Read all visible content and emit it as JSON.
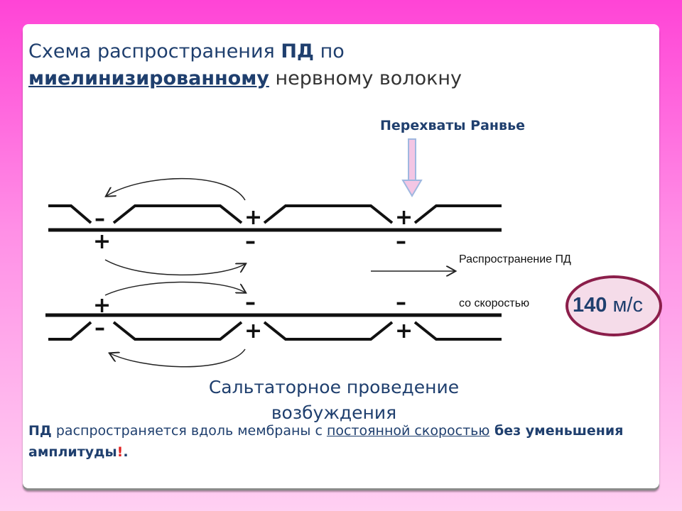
{
  "title": {
    "part1": "Схема распространения ",
    "pd": "ПД",
    "part2": " по ",
    "myelinated": "миелинизированному",
    "part3": " нервному волокну"
  },
  "ranvier_label": "Перехваты Ранвье",
  "signs": {
    "plus": "+",
    "minus": "–"
  },
  "propagation_label": "Распространение ПД",
  "speed_label": "со скоростью",
  "speed": {
    "number": "140",
    "unit": " м/с"
  },
  "caption": "Сальтаторное проведение возбуждения",
  "footnote": {
    "pd": "ПД",
    "text1": " распространяется вдоль мембраны с ",
    "link": "постоянной скоростью",
    "text2": " без уменьшения амплитуды",
    "excl": "!",
    "end": "."
  },
  "colors": {
    "title": "#1f3f6e",
    "ellipse_border": "#8b1e4a",
    "ellipse_fill": "#f5dce9",
    "arrow_fill": "#f3c6e4",
    "arrow_stroke": "#9fb8e0"
  }
}
